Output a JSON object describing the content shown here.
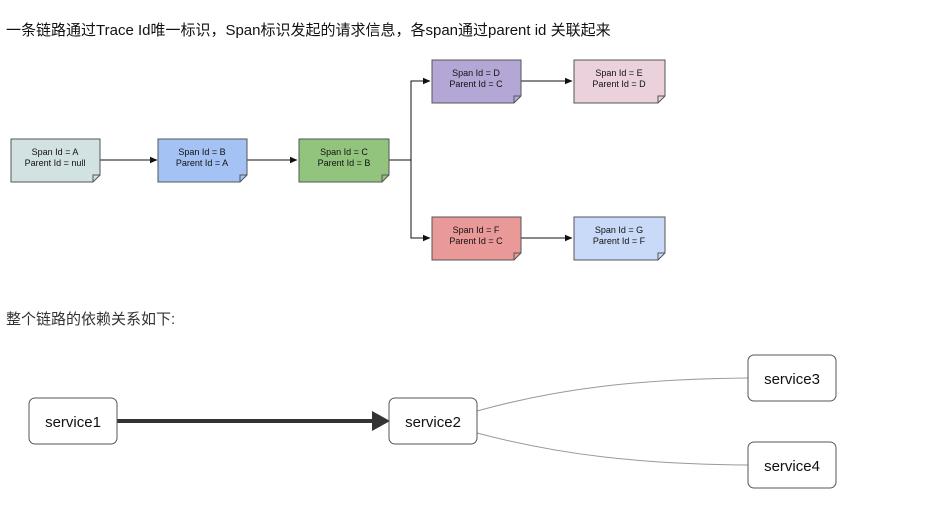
{
  "headings": {
    "trace_intro": "一条链路通过Trace Id唯一标识，Span标识发起的请求信息，各span通过parent id 关联起来",
    "dependency_intro": "整个链路的依赖关系如下:"
  },
  "spans": [
    {
      "id": "A",
      "span_label": "Span Id = A",
      "parent_label": "Parent Id = null",
      "color": "#d2e1e1"
    },
    {
      "id": "B",
      "span_label": "Span Id = B",
      "parent_label": "Parent Id = A",
      "color": "#a4c2f4"
    },
    {
      "id": "C",
      "span_label": "Span Id = C",
      "parent_label": "Parent Id = B",
      "color": "#93c47d"
    },
    {
      "id": "D",
      "span_label": "Span Id = D",
      "parent_label": "Parent Id = C",
      "color": "#b4a7d6"
    },
    {
      "id": "E",
      "span_label": "Span Id = E",
      "parent_label": "Parent Id = D",
      "color": "#ead1dc"
    },
    {
      "id": "F",
      "span_label": "Span Id = F",
      "parent_label": "Parent Id = C",
      "color": "#ea9999"
    },
    {
      "id": "G",
      "span_label": "Span Id = G",
      "parent_label": "Parent Id = F",
      "color": "#c9daf8"
    }
  ],
  "services": [
    {
      "id": "service1",
      "label": "service1"
    },
    {
      "id": "service2",
      "label": "service2"
    },
    {
      "id": "service3",
      "label": "service3"
    },
    {
      "id": "service4",
      "label": "service4"
    }
  ],
  "colors": {
    "border": "#555555",
    "arrow": "#111111",
    "thick_arrow": "#333333",
    "curve": "#999999"
  }
}
